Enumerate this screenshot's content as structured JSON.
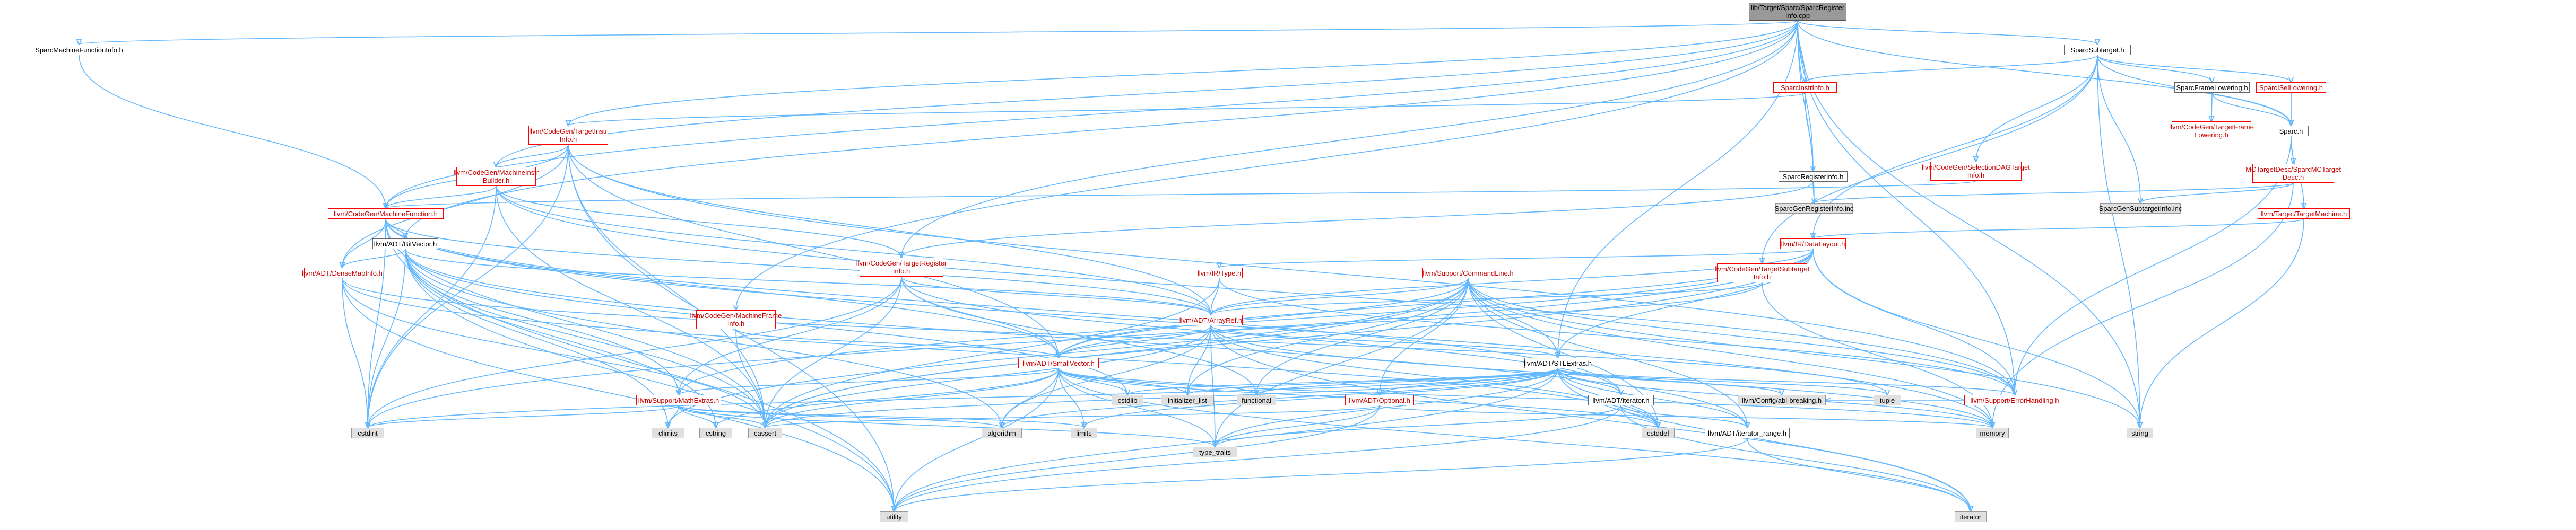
{
  "colors": {
    "edge": "#63b8ff",
    "red_node_text": "#cc0000",
    "root_fill": "#999999",
    "system_fill": "#e0e0e0"
  },
  "nodes": {
    "root": "lib/Target/Sparc/SparcRegister\nInfo.cpp",
    "smfi": "SparcMachineFunctionInfo.h",
    "subtarget": "SparcSubtarget.h",
    "frame_lowering": "SparcFrameLowering.h",
    "isel_lowering": "SparcISelLowering.h",
    "instr_info": "SparcInstrInfo.h",
    "reg_info": "SparcRegisterInfo.h",
    "sparc_h": "Sparc.h",
    "tgt_frame": "llvm/CodeGen/TargetFrame\nLowering.h",
    "tgt_instr": "llvm/CodeGen/TargetInstr\nInfo.h",
    "mi_builder": "llvm/CodeGen/MachineInstr\nBuilder.h",
    "mfunction": "llvm/CodeGen/MachineFunction.h",
    "sel_dag": "llvm/CodeGen/SelectionDAGTarget\nInfo.h",
    "mc_target": "MCTargetDesc/SparcMCTarget\nDesc.h",
    "tgt_machine": "llvm/Target/TargetMachine.h",
    "gen_reg_inc": "SparcGenRegisterInfo.inc",
    "gen_sub_inc": "SparcGenSubtargetInfo.inc",
    "bitvector": "llvm/ADT/BitVector.h",
    "densemap": "llvm/ADT/DenseMapInfo.h",
    "tgt_register": "llvm/CodeGen/TargetRegister\nInfo.h",
    "mframe": "llvm/CodeGen/MachineFrame\nInfo.h",
    "datalayout": "llvm/IR/DataLayout.h",
    "ir_type": "llvm/IR/Type.h",
    "cmdline": "llvm/Support/CommandLine.h",
    "tgt_subtarget": "llvm/CodeGen/TargetSubtarget\nInfo.h",
    "arrayref": "llvm/ADT/ArrayRef.h",
    "smallvector": "llvm/ADT/SmallVector.h",
    "stlextras": "llvm/ADT/STLExtras.h",
    "mathextras": "llvm/Support/MathExtras.h",
    "optional": "llvm/ADT/Optional.h",
    "iterator": "llvm/ADT/iterator.h",
    "iter_range": "llvm/ADT/iterator_range.h",
    "config_break": "llvm/Config/abi-breaking.h",
    "error_handling": "llvm/Support/ErrorHandling.h",
    "cstdlib": "cstdlib",
    "cstdint": "cstdint",
    "cassert": "cassert",
    "climits": "climits",
    "cstring": "cstring",
    "algorithm": "algorithm",
    "limits": "limits",
    "type_traits": "type_traits",
    "utility": "utility",
    "initializer_list": "initializer_list",
    "functional": "functional",
    "cstddef": "cstddef",
    "memory": "memory",
    "iterator_std": "iterator",
    "tuple": "tuple",
    "string": "string"
  }
}
